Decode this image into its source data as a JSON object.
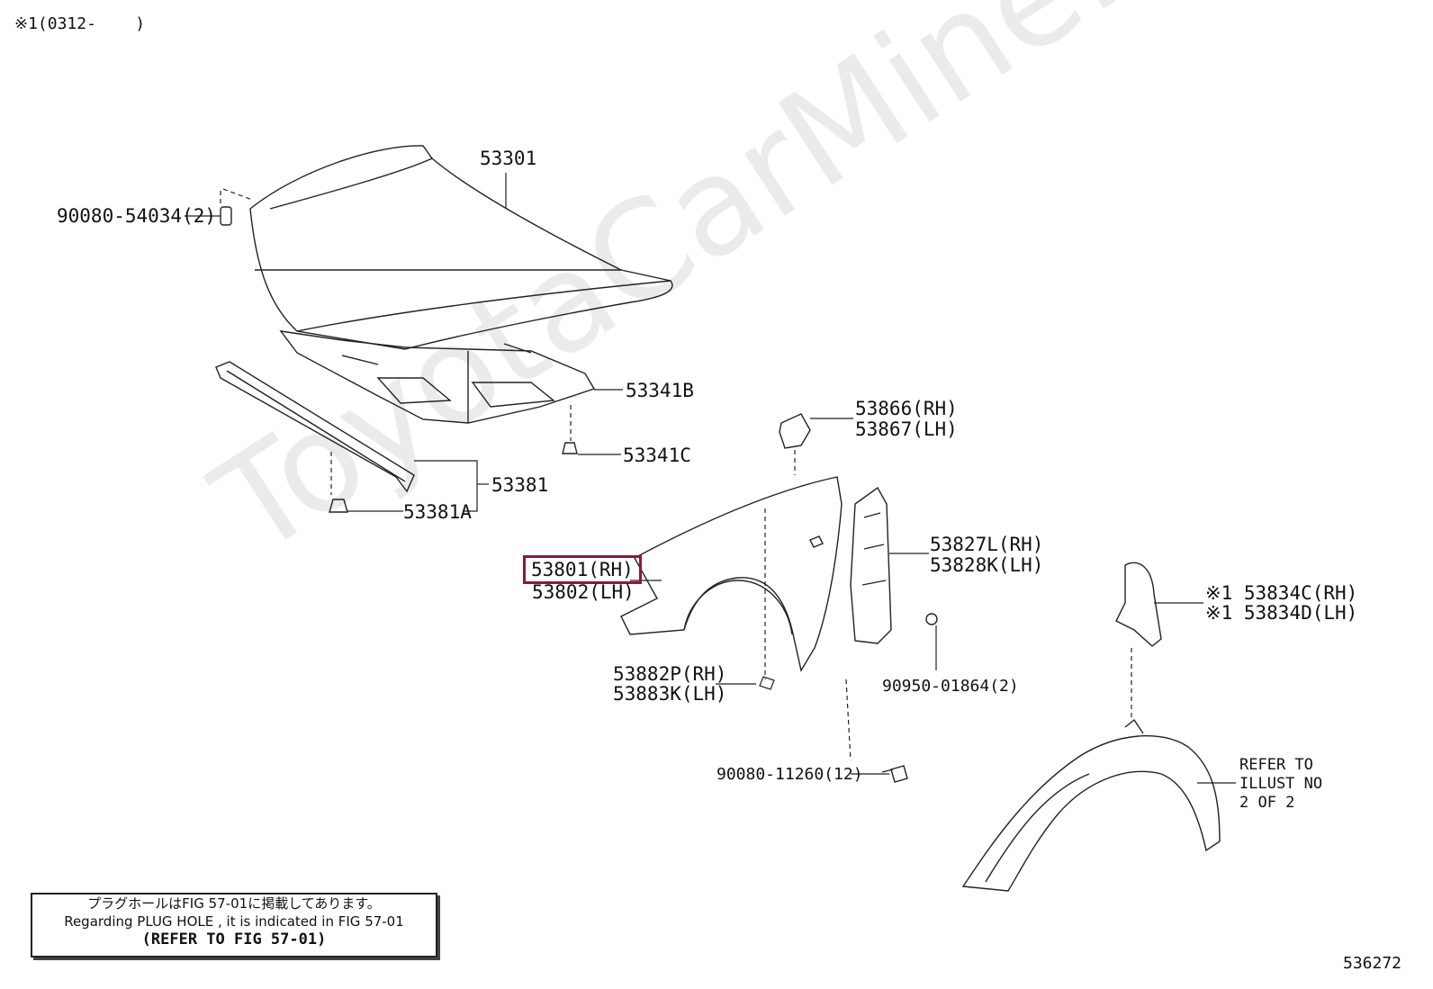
{
  "watermark": "ToyotaCarMine.ru",
  "header_note": "※1(0312-    )",
  "figure_number": "536272",
  "highlight_color": "#8b1a3a",
  "parts": {
    "p53301": "53301",
    "p90080_54034": "90080-54034(2)",
    "p53341B": "53341B",
    "p53341C": "53341C",
    "p53381": "53381",
    "p53381A": "53381A",
    "p53866": "53866(RH)",
    "p53867": "53867(LH)",
    "p53801": "53801(RH)",
    "p53802": "53802(LH)",
    "p53827L": "53827L(RH)",
    "p53828K": "53828K(LH)",
    "p53834C": "※1 53834C(RH)",
    "p53834D": "※1 53834D(LH)",
    "p53882P": "53882P(RH)",
    "p53883K": "53883K(LH)",
    "p90950": "90950-01864(2)",
    "p90080_11260": "90080-11260(12)"
  },
  "refer_illust": "REFER TO\nILLUST NO\n2 OF 2",
  "note_box": {
    "line1": "プラグホールはFIG 57-01に掲載してあります。",
    "line2": "Regarding PLUG HOLE , it is indicated in FIG 57-01",
    "line3": "(REFER TO FIG 57-01)"
  }
}
